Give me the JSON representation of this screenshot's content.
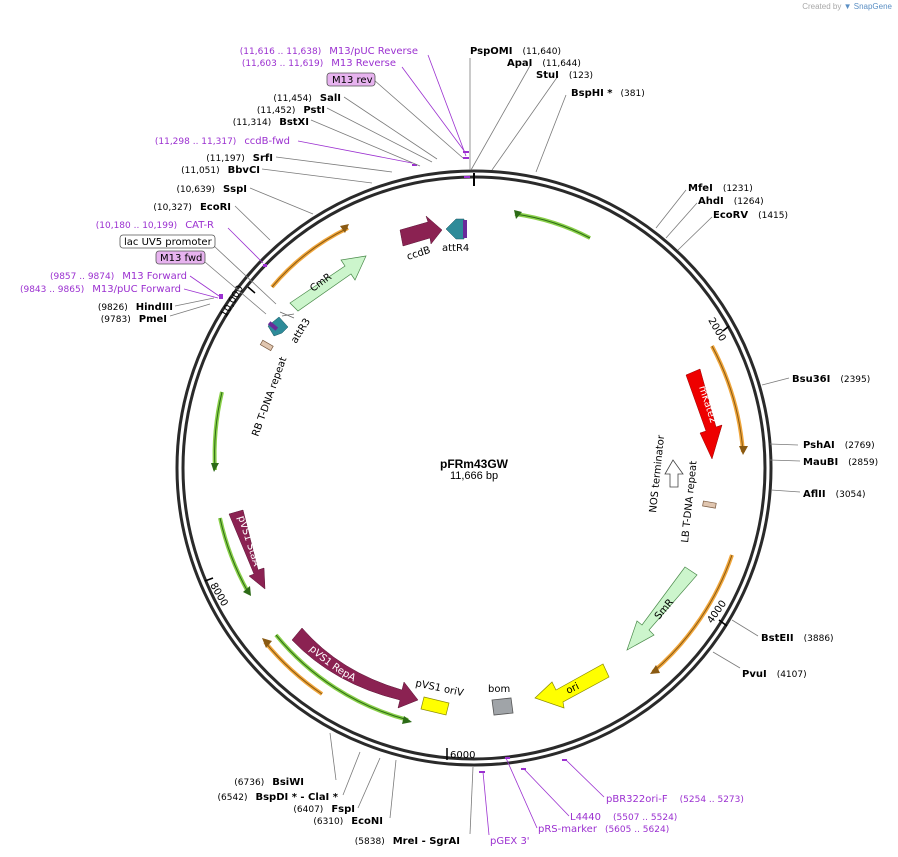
{
  "credit": {
    "prefix": "Created by",
    "brand": "SnapGene"
  },
  "plasmid": {
    "name": "pFRm43GW",
    "size_label": "11,666 bp",
    "length": 11666
  },
  "ticks": [
    {
      "label": "2000",
      "pos": 2000
    },
    {
      "label": "4000",
      "pos": 4000
    },
    {
      "label": "6000",
      "pos": 6000
    },
    {
      "label": "8000",
      "pos": 8000
    },
    {
      "label": "10,000",
      "pos": 10000
    }
  ],
  "enzymes": [
    {
      "name": "PspOMI",
      "coord": "(11,640)"
    },
    {
      "name": "ApaI",
      "coord": "(11,644)"
    },
    {
      "name": "StuI",
      "coord": "(123)"
    },
    {
      "name": "BspHI *",
      "coord": "(381)"
    },
    {
      "name": "MfeI",
      "coord": "(1231)"
    },
    {
      "name": "AhdI",
      "coord": "(1264)"
    },
    {
      "name": "EcoRV",
      "coord": "(1415)"
    },
    {
      "name": "Bsu36I",
      "coord": "(2395)"
    },
    {
      "name": "PshAI",
      "coord": "(2769)"
    },
    {
      "name": "MauBI",
      "coord": "(2859)"
    },
    {
      "name": "AflII",
      "coord": "(3054)"
    },
    {
      "name": "BstEII",
      "coord": "(3886)"
    },
    {
      "name": "PvuI",
      "coord": "(4107)"
    },
    {
      "name": "BsiWI",
      "coord": "(6736)"
    },
    {
      "name": "BspDI * - ClaI *",
      "coord": "(6542)"
    },
    {
      "name": "FspI",
      "coord": "(6407)"
    },
    {
      "name": "EcoNI",
      "coord": "(6310)"
    },
    {
      "name": "MreI  - SgrAI",
      "coord": "(5838)"
    },
    {
      "name": "PmeI",
      "coord": "(9783)"
    },
    {
      "name": "HindIII",
      "coord": "(9826)"
    },
    {
      "name": "EcoRI",
      "coord": "(10,327)"
    },
    {
      "name": "SspI",
      "coord": "(10,639)"
    },
    {
      "name": "BbvCI",
      "coord": "(11,051)"
    },
    {
      "name": "SrfI",
      "coord": "(11,197)"
    },
    {
      "name": "BstXI",
      "coord": "(11,314)"
    },
    {
      "name": "PstI",
      "coord": "(11,452)"
    },
    {
      "name": "SalI",
      "coord": "(11,454)"
    }
  ],
  "primers": [
    {
      "name": "M13/pUC Reverse",
      "coord": "(11,616 .. 11,638)"
    },
    {
      "name": "M13 Reverse",
      "coord": "(11,603 .. 11,619)"
    },
    {
      "name": "ccdB-fwd",
      "coord": "(11,298 .. 11,317)"
    },
    {
      "name": "CAT-R",
      "coord": "(10,180 .. 10,199)"
    },
    {
      "name": "M13 Forward",
      "coord": "(9857 .. 9874)"
    },
    {
      "name": "M13/pUC Forward",
      "coord": "(9843 .. 9865)"
    },
    {
      "name": "pBR322ori-F",
      "coord": "(5254 .. 5273)"
    },
    {
      "name": "L4440",
      "coord": "(5507 .. 5524)"
    },
    {
      "name": "pRS-marker",
      "coord": "(5605 .. 5624)"
    },
    {
      "name": "pGEX 3'",
      "coord": ""
    }
  ],
  "boxed_labels": [
    {
      "name": "M13 rev",
      "style": "primer"
    },
    {
      "name": "lac UV5 promoter",
      "style": "promoter"
    },
    {
      "name": "M13 fwd",
      "style": "primer"
    }
  ],
  "features": [
    {
      "name": "ccdB",
      "color": "#8b2252"
    },
    {
      "name": "attR4",
      "color": "#2e8b99"
    },
    {
      "name": "CmR",
      "color": "#ccf5cc"
    },
    {
      "name": "attR3",
      "color": "#2e8b99"
    },
    {
      "name": "RB T-DNA repeat",
      "color": "#e0c6b0"
    },
    {
      "name": "mKate2",
      "color": "#ee0000"
    },
    {
      "name": "NOS terminator",
      "color": "#ffffff"
    },
    {
      "name": "LB T-DNA repeat",
      "color": "#e0c6b0"
    },
    {
      "name": "SmR",
      "color": "#ccf5cc"
    },
    {
      "name": "ori",
      "color": "#ffff00"
    },
    {
      "name": "bom",
      "color": "#a0a4a8"
    },
    {
      "name": "pVS1 oriV",
      "color": "#ffff00"
    },
    {
      "name": "pVS1 RepA",
      "color": "#8b2252"
    },
    {
      "name": "pVS1 StaA",
      "color": "#8b2252"
    }
  ],
  "colors": {
    "enzyme_line": "#777777",
    "primer": "#9b30d0",
    "backbone": "#2a2a2a",
    "orf_orange": "#f0a63c",
    "orf_green": "#8ad04a"
  }
}
